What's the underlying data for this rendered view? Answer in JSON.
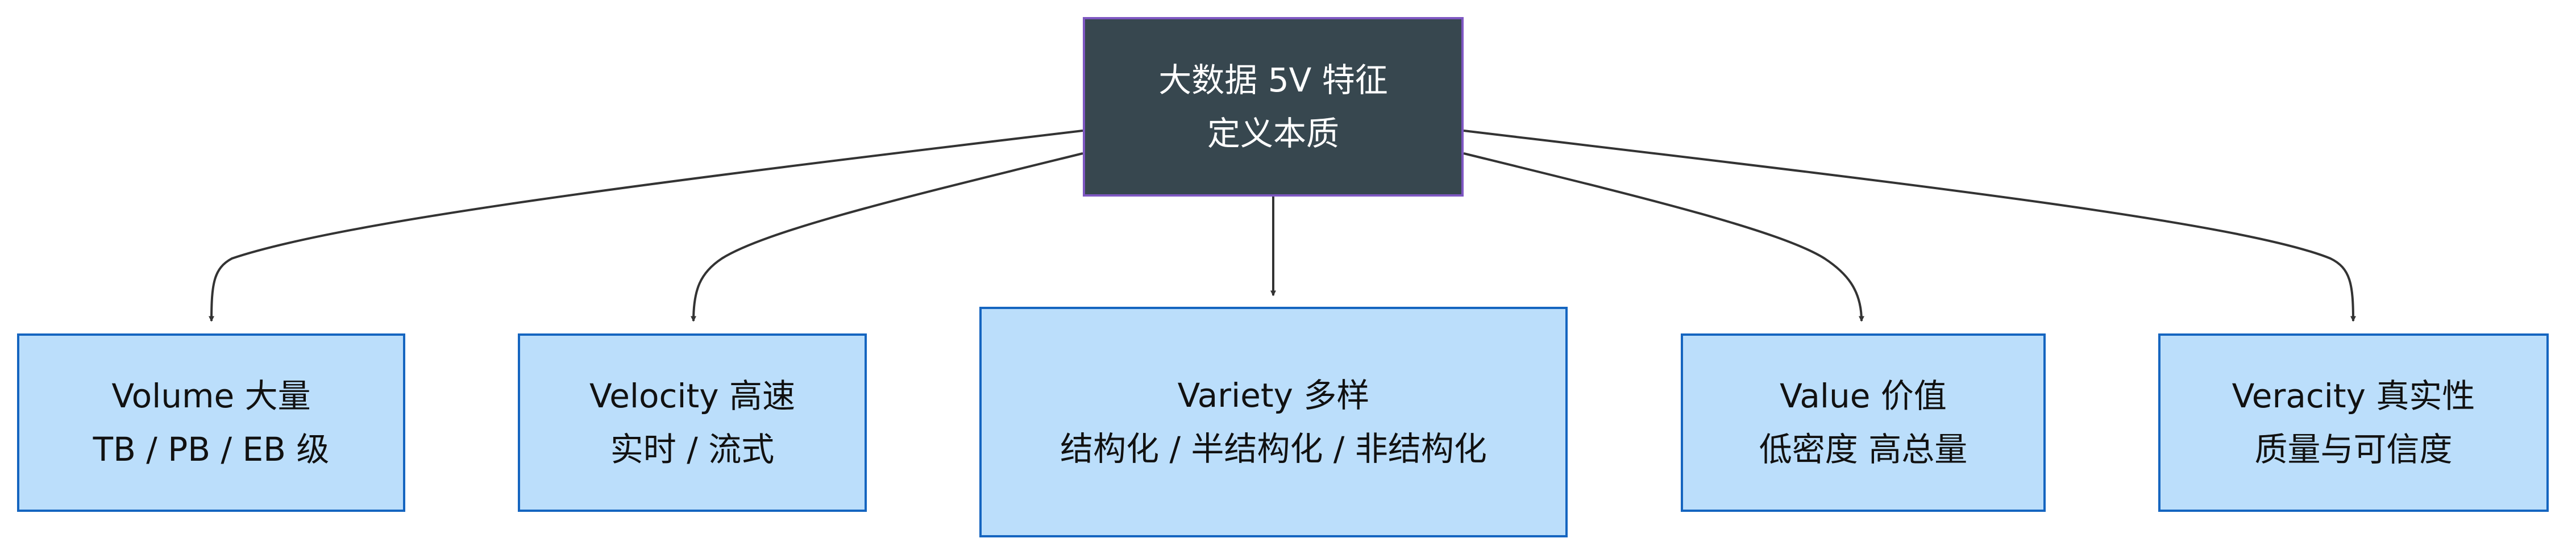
{
  "root": {
    "title": "大数据 5V 特征",
    "subtitle": "定义本质"
  },
  "nodes": [
    {
      "title": "Volume 大量",
      "detail": "TB / PB / EB 级"
    },
    {
      "title": "Velocity 高速",
      "detail": "实时 / 流式"
    },
    {
      "title": "Variety 多样",
      "detail": "结构化 / 半结构化 / 非结构化"
    },
    {
      "title": "Value 价值",
      "detail": "低密度 高总量"
    },
    {
      "title": "Veracity 真实性",
      "detail": "质量与可信度"
    }
  ],
  "colors": {
    "root_fill": "#37474f",
    "root_border": "#7e57c2",
    "leaf_fill": "#bbdefb",
    "leaf_border": "#1565c0",
    "edge": "#333333"
  }
}
